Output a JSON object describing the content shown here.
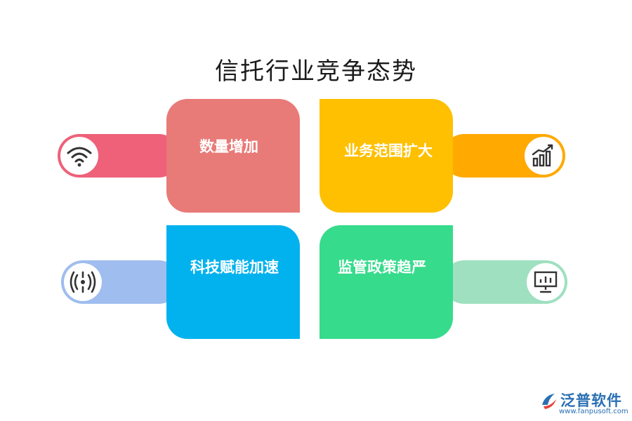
{
  "title": "信托行业竞争态势",
  "items": [
    {
      "label": "数量增加",
      "icon": "wifi-icon",
      "card_color": "#E87A78",
      "pill_color": "#EE6179"
    },
    {
      "label": "业务范围扩大",
      "icon": "bar-chart-icon",
      "card_color": "#FEC000",
      "pill_color": "#FFA901"
    },
    {
      "label": "科技赋能加速",
      "icon": "signal-tower-icon",
      "card_color": "#02B2EE",
      "pill_color": "#9FBDEE"
    },
    {
      "label": "监管政策趋严",
      "icon": "presentation-board-icon",
      "card_color": "#36DB8C",
      "pill_color": "#9EE0C0"
    }
  ],
  "logo": {
    "name": "泛普软件",
    "url": "www.fanpusoft.com",
    "color": "#2a6fb3"
  }
}
